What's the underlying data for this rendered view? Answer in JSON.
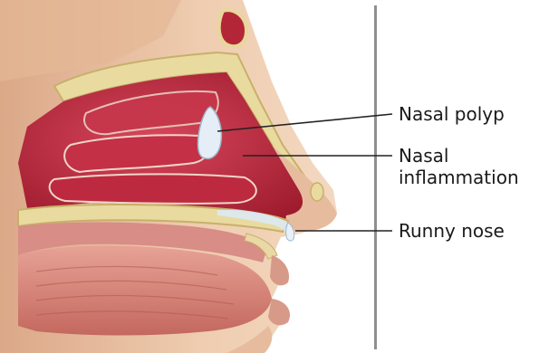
{
  "labels": {
    "nasal_polyp": "Nasal polyp",
    "nasal_inflammation_line1": "Nasal",
    "nasal_inflammation_line2": "inflammation",
    "runny_nose": "Runny nose"
  },
  "colors": {
    "skin": "#e9c3a4",
    "skin_shadow": "#c98f73",
    "cavity": "#b8283a",
    "cavity_light": "#d9465a",
    "bone": "#eadca0",
    "pointer": "#222222",
    "divider": "#8c8c8c",
    "mucus": "#cfe3f3"
  }
}
